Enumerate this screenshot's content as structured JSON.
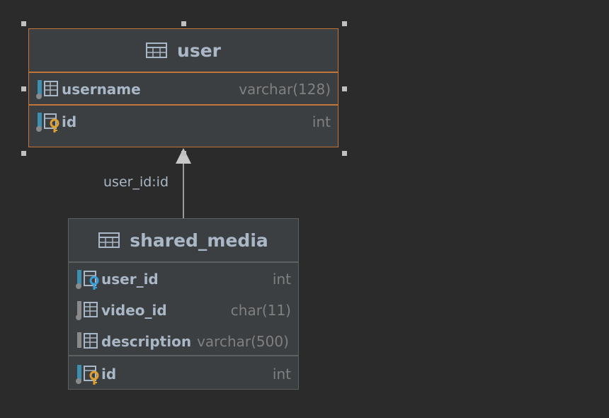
{
  "tables": {
    "user": {
      "name": "user",
      "columns": [
        {
          "name": "username",
          "type": "varchar(128)",
          "icon": "column-icon"
        },
        {
          "name": "id",
          "type": "int",
          "icon": "primary-key-icon"
        }
      ]
    },
    "shared_media": {
      "name": "shared_media",
      "columns": [
        {
          "name": "user_id",
          "type": "int",
          "icon": "foreign-key-icon"
        },
        {
          "name": "video_id",
          "type": "char(11)",
          "icon": "column-icon"
        },
        {
          "name": "description",
          "type": "varchar(500)",
          "icon": "column-icon"
        },
        {
          "name": "id",
          "type": "int",
          "icon": "primary-key-icon"
        }
      ]
    }
  },
  "relationship": {
    "label": "user_id:id"
  },
  "colors": {
    "background": "#2b2b2b",
    "table_bg": "#3c3f41",
    "selected_border": "#c0763a",
    "border": "#5e6060",
    "text": "#a9b7c6",
    "type_text": "#808080",
    "pk_key": "#e0a030",
    "fk_key": "#3a9fd8"
  }
}
